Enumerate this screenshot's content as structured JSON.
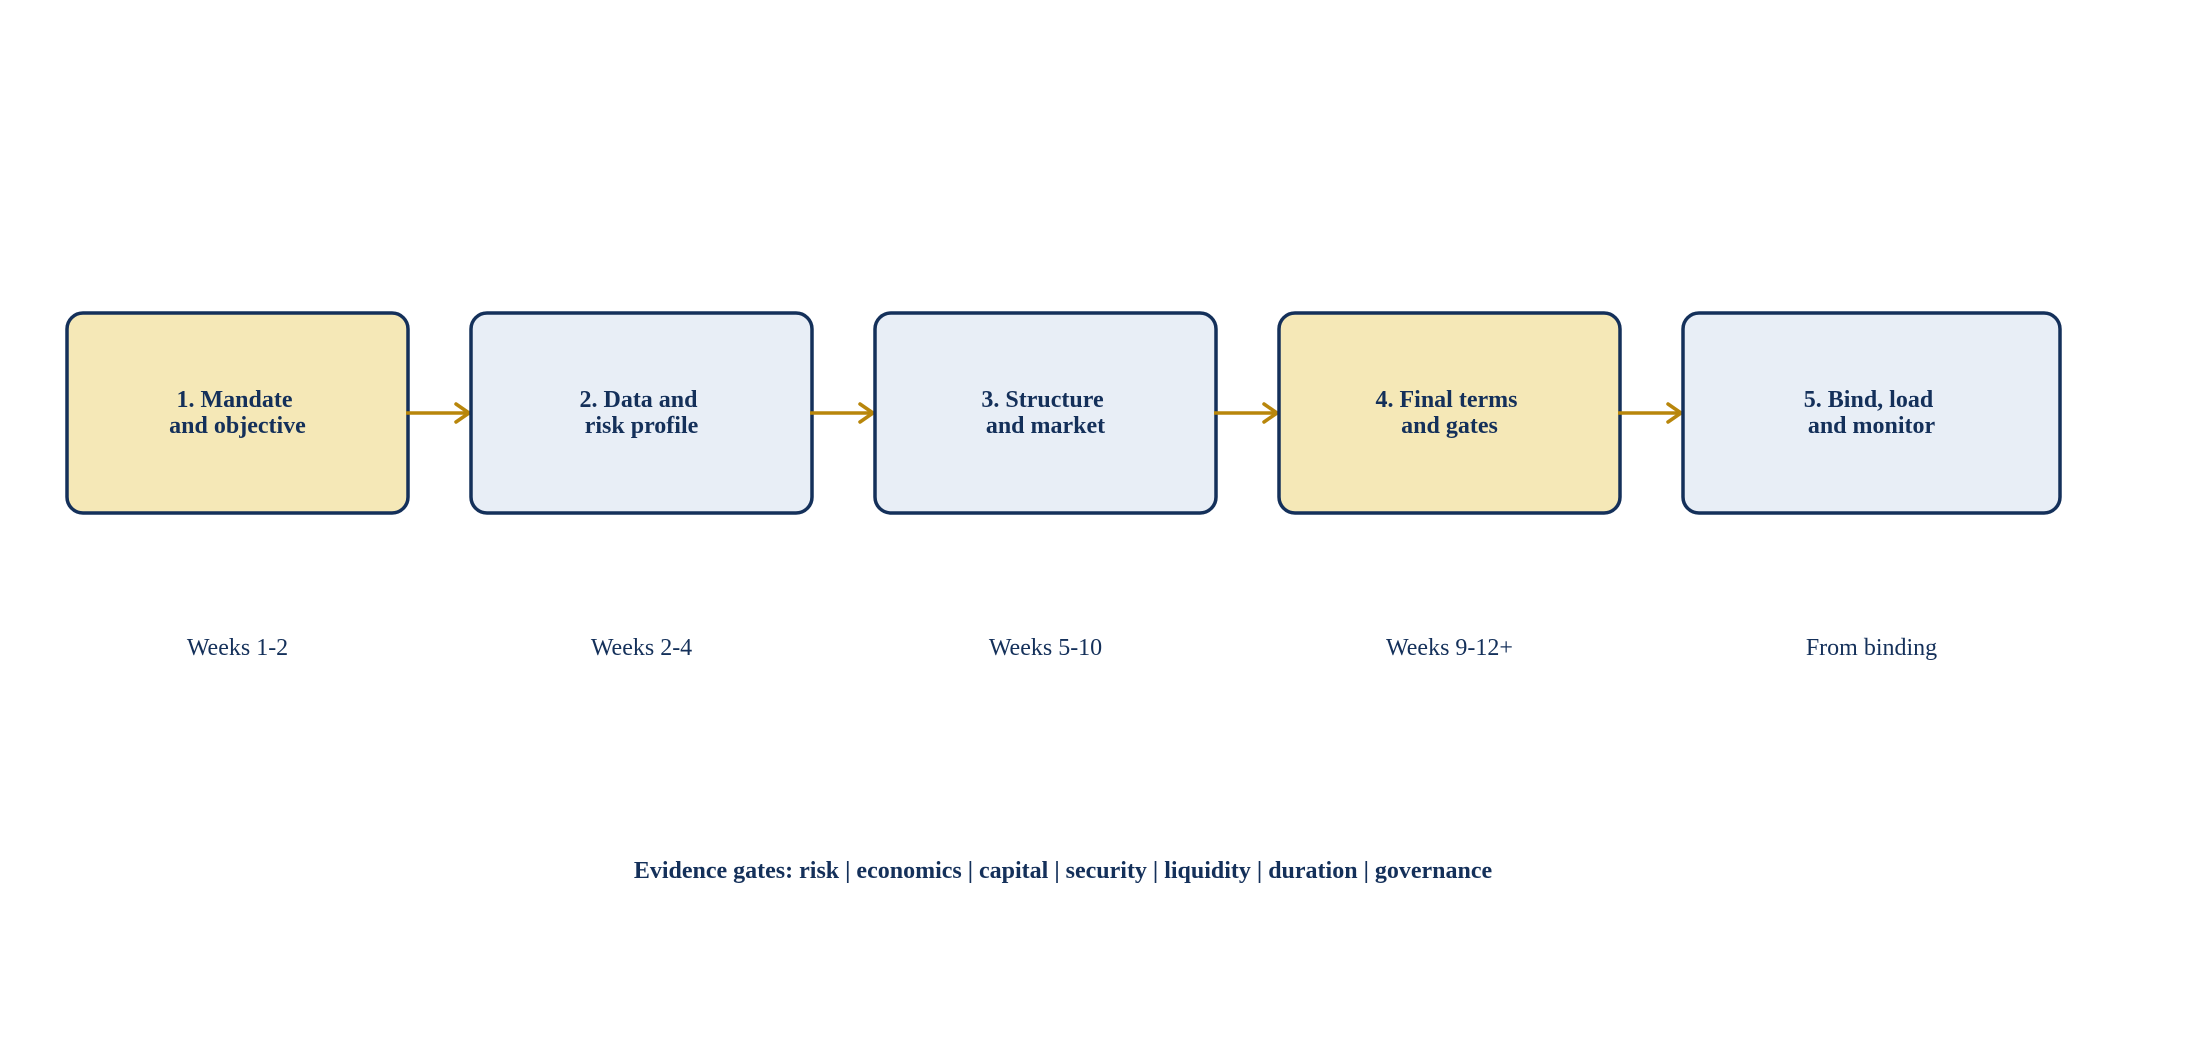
{
  "diagram": {
    "steps": [
      {
        "title_line1": "1. Mandate",
        "title_line2": "and objective",
        "timing": "Weeks 1-2",
        "highlight": true
      },
      {
        "title_line1": "2. Data and",
        "title_line2": "risk profile",
        "timing": "Weeks 2-4",
        "highlight": false
      },
      {
        "title_line1": "3. Structure",
        "title_line2": "and market",
        "timing": "Weeks 5-10",
        "highlight": false
      },
      {
        "title_line1": "4. Final terms",
        "title_line2": "and gates",
        "timing": "Weeks 9-12+",
        "highlight": true
      },
      {
        "title_line1": "5. Bind, load",
        "title_line2": "and monitor",
        "timing": "From binding",
        "highlight": false
      }
    ],
    "footer": "Evidence gates: risk | economics | capital | security | liquidity | duration | governance",
    "colors": {
      "highlight_fill": "#f5e8b7",
      "default_fill": "#e8eef6",
      "border": "#14305a",
      "arrow": "#b8860b",
      "text": "#14305a"
    }
  }
}
